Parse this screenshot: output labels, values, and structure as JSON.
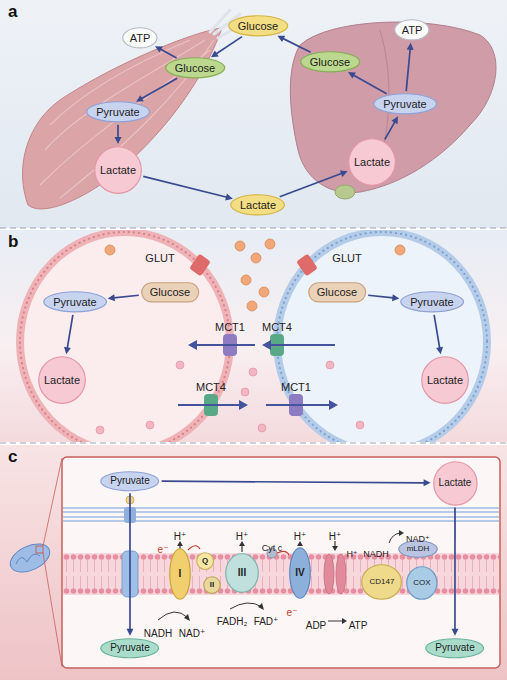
{
  "diagram": {
    "nodes": [
      {
        "text": [
          "a"
        ]
      },
      {
        "text": [
          "Glucose"
        ],
        "in": 0
      },
      {
        "text": [
          "ATP"
        ],
        "in": 0
      },
      {
        "text": [
          "Glucose"
        ],
        "in": 0
      },
      {
        "text": [
          "Pyruvate"
        ],
        "in": 0
      },
      {
        "text": [
          "Lactate"
        ],
        "in": 0
      },
      {
        "text": [
          "Lactate"
        ],
        "in": 0
      },
      {
        "text": [
          "ATP"
        ],
        "in": 0
      },
      {
        "text": [
          "Glucose"
        ],
        "in": 0
      },
      {
        "text": [
          "Pyruvate"
        ],
        "in": 0
      },
      {
        "text": [
          "Lactate"
        ],
        "in": 0
      },
      {
        "text": [
          "b"
        ]
      },
      {
        "text": [
          "Glucose"
        ],
        "in": 11
      },
      {
        "text": [
          "Pyruvate"
        ],
        "in": 11
      },
      {
        "text": [
          "Lactate"
        ],
        "in": 11
      },
      {
        "text": [
          "Glucose"
        ],
        "in": 11
      },
      {
        "text": [
          "Pyruvate"
        ],
        "in": 11
      },
      {
        "text": [
          "Lactate"
        ],
        "in": 11
      },
      {
        "text": [
          "c"
        ]
      },
      {
        "text": [
          "Pyruvate"
        ],
        "in": 18
      },
      {
        "text": [
          "Lactate"
        ],
        "in": 18
      },
      {
        "text": [
          "I"
        ],
        "in": 18
      },
      {
        "text": [
          "Q"
        ],
        "in": 18
      },
      {
        "text": [
          "II"
        ],
        "in": 18
      },
      {
        "text": [
          "III"
        ],
        "in": 18
      },
      {
        "text": [
          "IV"
        ],
        "in": 18
      },
      {
        "text": [
          "mLDH"
        ],
        "in": 18
      },
      {
        "text": [
          "CD147"
        ],
        "in": 18
      },
      {
        "text": [
          "COX"
        ],
        "in": 18
      },
      {
        "text": [
          "Pyruvate"
        ],
        "in": 18
      },
      {
        "text": [
          "Pyruvate"
        ],
        "in": 18
      }
    ],
    "edges": [
      {
        "from": 3,
        "to": 2,
        "arrow": "to"
      },
      {
        "from": 3,
        "to": 4,
        "arrow": "to"
      },
      {
        "from": 4,
        "to": 5,
        "arrow": "to"
      },
      {
        "from": 5,
        "to": 6,
        "arrow": "to"
      },
      {
        "from": 6,
        "to": 10,
        "arrow": "to"
      },
      {
        "from": 10,
        "to": 9,
        "arrow": "to"
      },
      {
        "from": 9,
        "to": 7,
        "arrow": "to"
      },
      {
        "from": 9,
        "to": 8,
        "arrow": "to"
      },
      {
        "from": 8,
        "to": 1,
        "arrow": "to"
      },
      {
        "from": 1,
        "to": 3,
        "arrow": "to"
      },
      {
        "from": 12,
        "to": 13,
        "arrow": "to"
      },
      {
        "from": 13,
        "to": 14,
        "arrow": "to"
      },
      {
        "from": 15,
        "to": 16,
        "arrow": "to"
      },
      {
        "from": 16,
        "to": 17,
        "arrow": "to"
      },
      {
        "from": 19,
        "to": 20,
        "arrow": "to"
      },
      {
        "from": 19,
        "to": 29,
        "arrow": "to"
      },
      {
        "from": 20,
        "to": 30,
        "arrow": "to"
      }
    ],
    "labels": [
      "GLUT",
      "MCT1",
      "MCT4",
      "GLUT",
      "MCT4",
      "MCT1",
      "H⁺",
      "e⁻",
      "Cyt c",
      "H⁺",
      "H⁺",
      "H⁺",
      "NADH",
      "NAD⁺",
      "FADH₂",
      "FAD⁺",
      "e⁻",
      "ADP",
      "ATP",
      "NAD⁺",
      "H⁺",
      "NADH"
    ]
  }
}
